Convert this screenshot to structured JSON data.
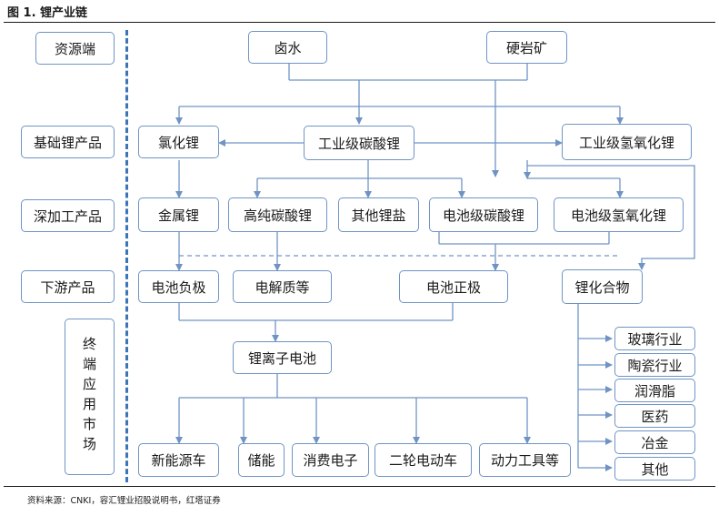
{
  "title": "图 1. 锂产业链",
  "source": "资料来源：CNKI，容汇锂业招股说明书，红塔证券",
  "categories": {
    "resource": "资源端",
    "basic": "基础锂产品",
    "deep": "深加工产品",
    "downstream": "下游产品",
    "terminal": "终端应用市场"
  },
  "nodes": {
    "brine": "卤水",
    "spodumene": "硬岩矿",
    "licl": "氯化锂",
    "ind_carbonate": "工业级碳酸锂",
    "ind_hydroxide": "工业级氢氧化锂",
    "metal_li": "金属锂",
    "hp_carbonate": "高纯碳酸锂",
    "other_salts": "其他锂盐",
    "bat_carbonate": "电池级碳酸锂",
    "bat_hydroxide": "电池级氢氧化锂",
    "anode": "电池负极",
    "electrolyte": "电解质等",
    "cathode": "电池正极",
    "li_compounds": "锂化合物",
    "li_ion_battery": "锂离子电池",
    "nev": "新能源车",
    "storage": "储能",
    "consumer": "消费电子",
    "e_bike": "二轮电动车",
    "power_tools": "动力工具等",
    "glass": "玻璃行业",
    "ceramics": "陶瓷行业",
    "grease": "润滑脂",
    "medicine": "医药",
    "metallurgy": "冶金",
    "others": "其他"
  },
  "colors": {
    "border": "#6f94c4",
    "arrow": "#6f94c4",
    "divider": "#3d74b5"
  }
}
